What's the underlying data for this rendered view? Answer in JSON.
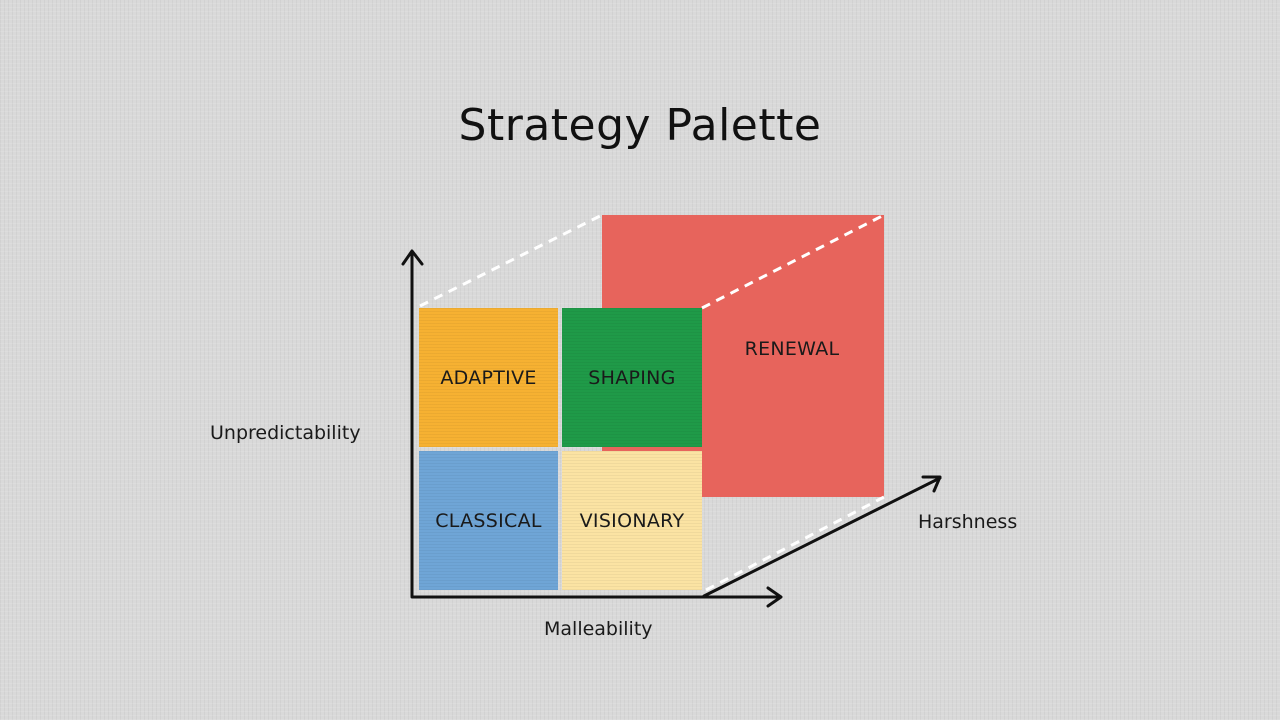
{
  "title": "Strategy Palette",
  "axes": {
    "vertical": "Unpredictability",
    "horizontal": "Malleability",
    "depth": "Harshness"
  },
  "cells": {
    "adaptive": {
      "label": "ADAPTIVE",
      "color": "#f6b132"
    },
    "shaping": {
      "label": "SHAPING",
      "color": "#1f9a48"
    },
    "classical": {
      "label": "CLASSICAL",
      "color": "#6fa5d6"
    },
    "visionary": {
      "label": "VISIONARY",
      "color": "#fbe3a3"
    },
    "renewal": {
      "label": "RENEWAL",
      "color": "#e7645c"
    }
  },
  "colors": {
    "background": "#d9d9d9",
    "axis": "#111111",
    "dashed_edge": "#ffffff"
  }
}
